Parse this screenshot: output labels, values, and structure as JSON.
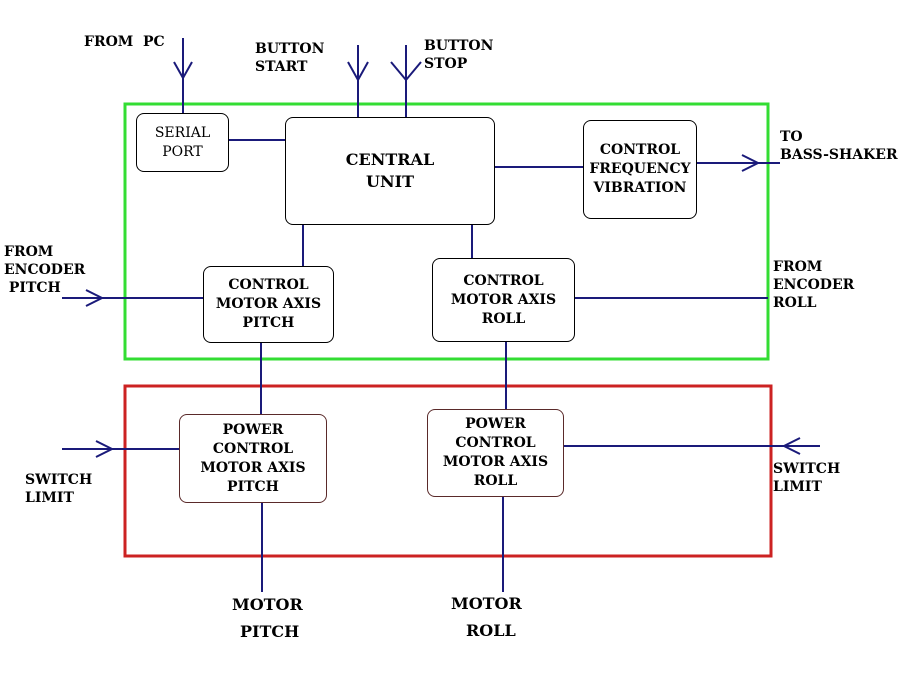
{
  "colors": {
    "upper_group_border": "#33dd33",
    "lower_group_border": "#cc2222",
    "connector": "#1a1a7a",
    "text": "#000000"
  },
  "blocks": {
    "serial_port": "SERIAL\nPORT",
    "central_unit": "CENTRAL\nUNIT",
    "control_frequency_vibration": "CONTROL\nFREQUENCY\nVIBRATION",
    "control_motor_axis_pitch": "CONTROL\nMOTOR AXIS\nPITCH",
    "control_motor_axis_roll": "CONTROL\nMOTOR AXIS\nROLL",
    "power_control_motor_axis_pitch": "POWER\nCONTROL\nMOTOR AXIS\nPITCH",
    "power_control_motor_axis_roll": "POWER\nCONTROL\nMOTOR AXIS\nROLL"
  },
  "labels": {
    "from_pc": "FROM  PC",
    "button_start": "BUTTON\nSTART",
    "button_stop": "BUTTON\nSTOP",
    "to_bass_shaker": "TO\nBASS-SHAKER",
    "from_encoder_pitch": "FROM\nENCODER\n PITCH",
    "from_encoder_roll": "FROM\nENCODER\nROLL",
    "switch_limit_left": "SWITCH\nLIMIT",
    "switch_limit_right": "SWITCH\nLIMIT",
    "motor_pitch_1": "MOTOR",
    "motor_pitch_2": "PITCH",
    "motor_roll_1": "MOTOR",
    "motor_roll_2": "ROLL"
  }
}
